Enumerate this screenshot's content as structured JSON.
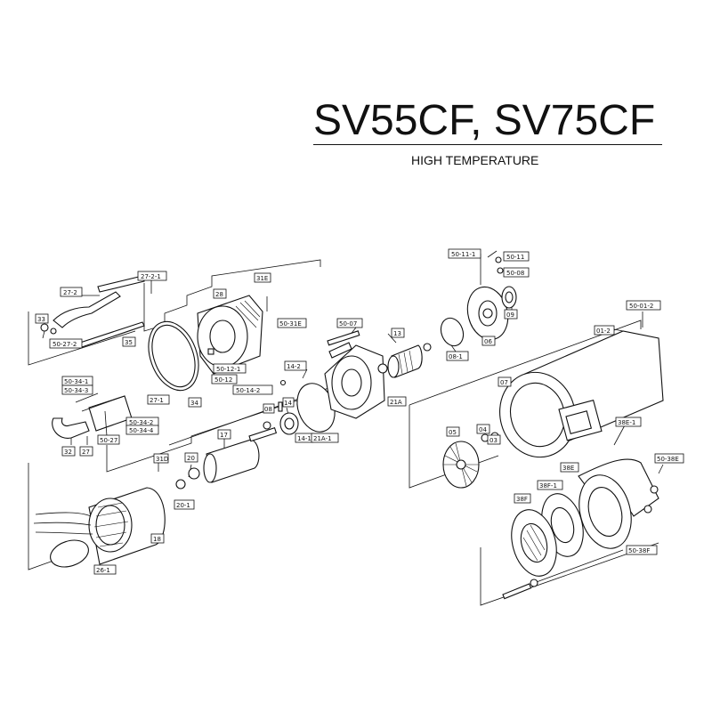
{
  "diagram": {
    "title": "SV55CF, SV75CF",
    "subtitle": "HIGH TEMPERATURE",
    "part_labels": [
      "27-2-1",
      "27-2",
      "33",
      "50-27-2",
      "35",
      "28",
      "31E",
      "50-31E",
      "50-12-1",
      "50-12",
      "27-1",
      "34",
      "50-34-1",
      "50-34-3",
      "50-34-2",
      "50-34-4",
      "32",
      "27",
      "50-27",
      "31D",
      "20",
      "20-1",
      "17",
      "08",
      "14",
      "14-1",
      "14-2",
      "50-14-2",
      "21A",
      "21A-1",
      "50-07",
      "13",
      "08-1",
      "18",
      "26-1",
      "50-11-1",
      "50-11",
      "50-08",
      "09",
      "06",
      "50-01-2",
      "01-2",
      "07",
      "38E-1",
      "05",
      "04",
      "03",
      "38E",
      "50-38E",
      "38F",
      "38F-1",
      "50-38F"
    ]
  }
}
